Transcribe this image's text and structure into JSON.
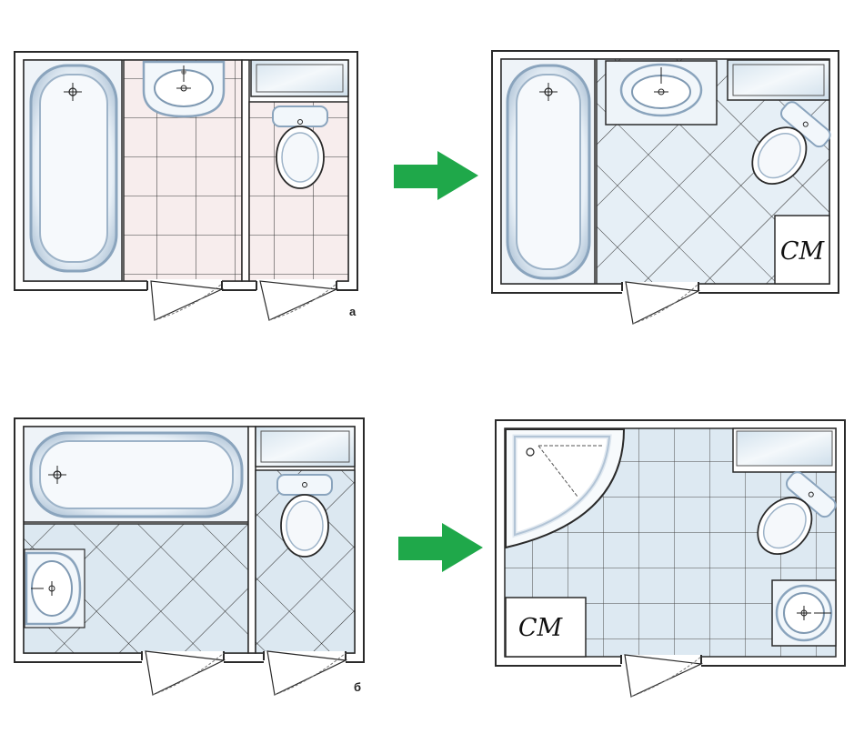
{
  "variants": [
    {
      "label": "а",
      "after_appliance": "СМ"
    },
    {
      "label": "б",
      "after_appliance": "СМ"
    }
  ],
  "colors": {
    "wall": "#2a2a2a",
    "tile_blue": "#dce9f2",
    "tile_line": "#3a3a3a",
    "tile_pink": "#f4e4e4",
    "fixture_fill": "#f2f7fb",
    "fixture_edge": "#8aa4bd",
    "arrow": "#1fa84a",
    "glass": "#e3edf4"
  },
  "icons": [
    "bathtub-icon",
    "sink-icon",
    "toilet-icon",
    "shower-icon",
    "door-icon",
    "arrow-right-icon",
    "washing-machine-icon"
  ]
}
